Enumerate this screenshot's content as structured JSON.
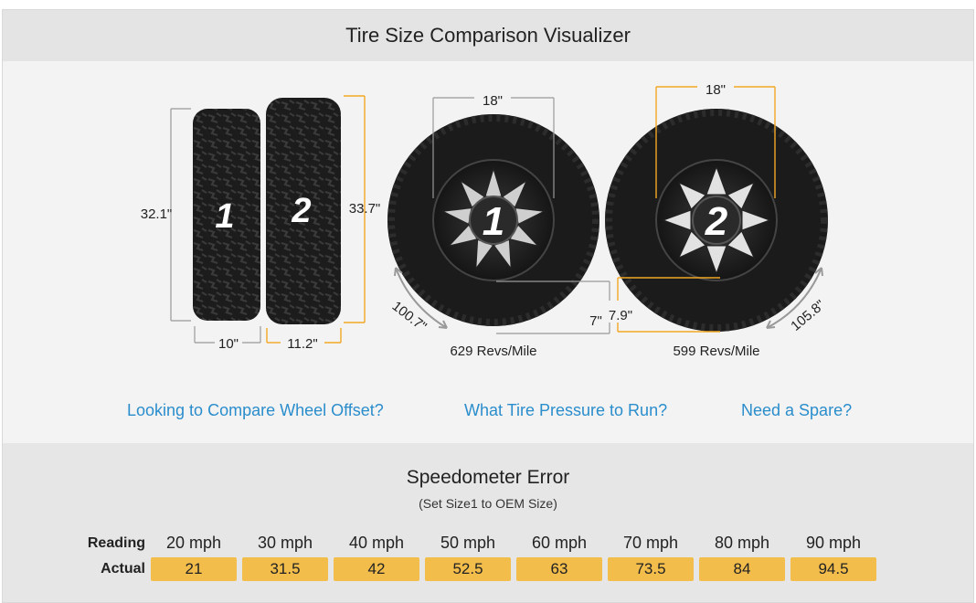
{
  "title": "Tire Size Comparison Visualizer",
  "tires": {
    "side": {
      "t1": {
        "label": "1",
        "height": "32.1\"",
        "width": "10\""
      },
      "t2": {
        "label": "2",
        "height": "33.7\"",
        "width": "11.2\""
      }
    },
    "front": {
      "t1": {
        "label": "1",
        "wheel": "18\"",
        "sidewall": "7\"",
        "circumference": "100.7\"",
        "revs": "629 Revs/Mile"
      },
      "t2": {
        "label": "2",
        "wheel": "18\"",
        "sidewall": "7.9\"",
        "circumference": "105.8\"",
        "revs": "599 Revs/Mile"
      }
    }
  },
  "links": {
    "offset": "Looking to Compare Wheel Offset?",
    "pressure": "What Tire Pressure to Run?",
    "spare": "Need a Spare?"
  },
  "speedometer": {
    "title": "Speedometer Error",
    "subtitle": "(Set Size1 to OEM Size)",
    "reading_label": "Reading",
    "actual_label": "Actual",
    "readings": [
      "20 mph",
      "30 mph",
      "40 mph",
      "50 mph",
      "60 mph",
      "70 mph",
      "80 mph",
      "90 mph"
    ],
    "actuals": [
      "21",
      "31.5",
      "42",
      "52.5",
      "63",
      "73.5",
      "84",
      "94.5"
    ]
  },
  "colors": {
    "accent": "#f3bd4c",
    "link": "#2a8dcc",
    "dim_gray": "#999999",
    "dim_orange": "#f3a824"
  }
}
